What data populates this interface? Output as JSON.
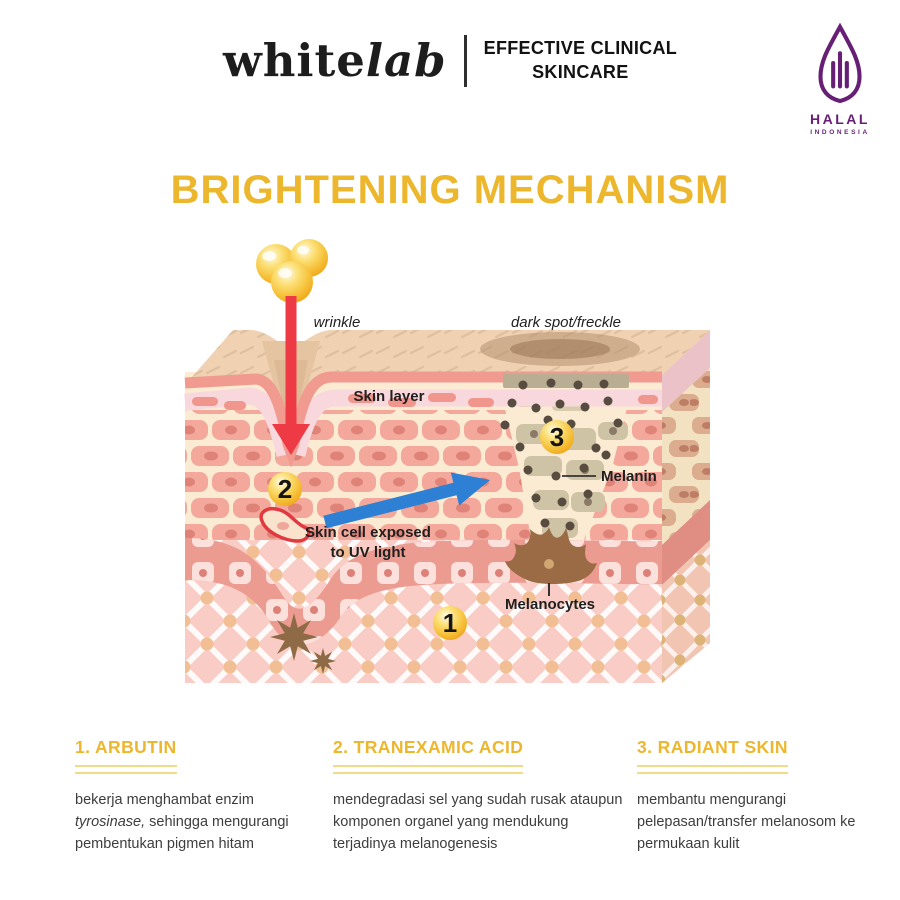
{
  "header": {
    "brand_white": "white",
    "brand_lab": "lab",
    "tagline_line1": "EFFECTIVE CLINICAL",
    "tagline_line2": "SKINCARE",
    "halal_title": "HALAL",
    "halal_subtitle": "INDONESIA"
  },
  "title": "BRIGHTENING MECHANISM",
  "diagram": {
    "labels": {
      "wrinkle": "wrinkle",
      "dark_spot": "dark spot/freckle",
      "skin_layer": "Skin layer",
      "melanin": "Melanin",
      "skin_cell_line1": "Skin cell exposed",
      "skin_cell_line2": "to UV light",
      "melanocytes": "Melanocytes",
      "step_1": "1",
      "step_2": "2",
      "step_3": "3"
    },
    "colors": {
      "accent_gold": "#ECB62D",
      "halal_purple": "#671E75",
      "uv_arrow_red": "#ED3A45",
      "transfer_arrow_blue": "#2D80D3",
      "melanin_dot": "#584B40",
      "melanocyte_brown": "#9B6B46"
    }
  },
  "sections": [
    {
      "heading": "1. ARBUTIN",
      "body_pre": "bekerja menghambat enzim ",
      "body_italic": "tyrosinase,",
      "body_post": " sehingga mengurangi pembentukan pigmen hitam"
    },
    {
      "heading": "2. TRANEXAMIC ACID",
      "body_pre": "mendegradasi sel yang sudah rusak ataupun komponen organel yang mendukung terjadinya melanogenesis",
      "body_italic": "",
      "body_post": ""
    },
    {
      "heading": "3. RADIANT SKIN",
      "body_pre": "membantu mengurangi pelepasan/transfer melanosom ke permukaan kulit",
      "body_italic": "",
      "body_post": ""
    }
  ]
}
